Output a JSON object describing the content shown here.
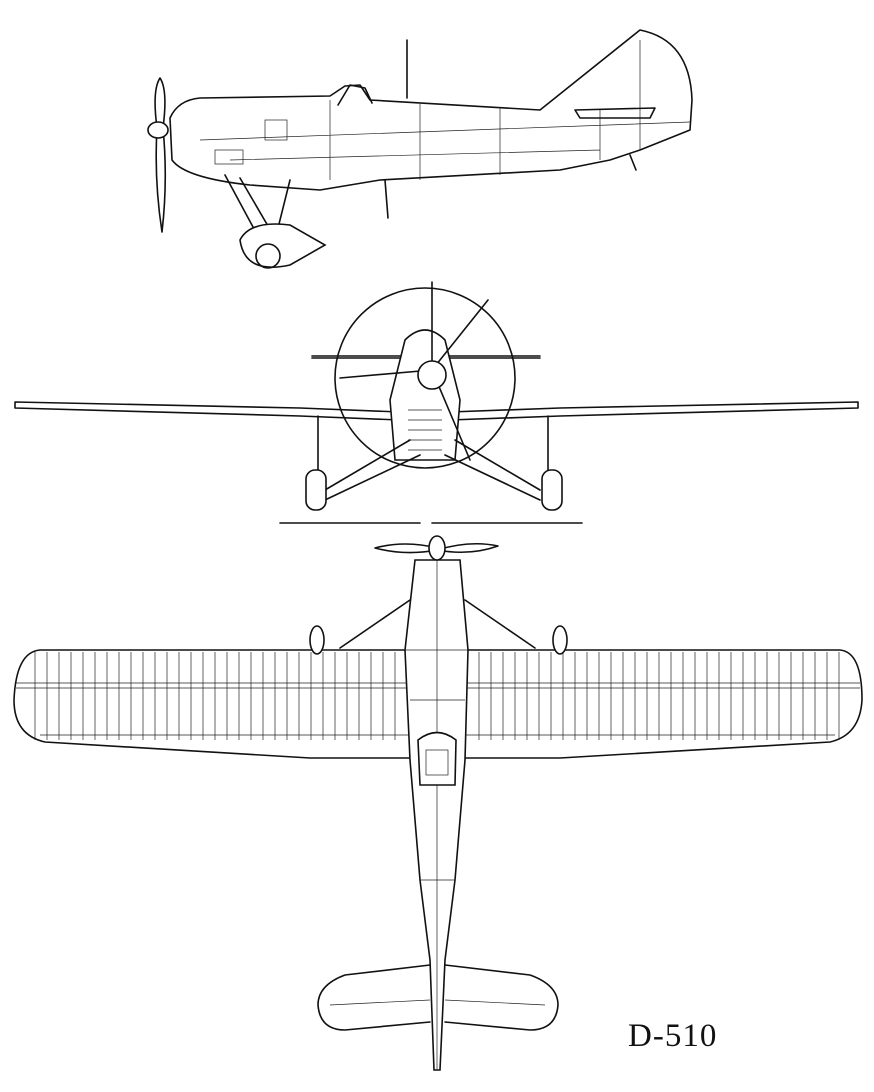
{
  "drawing": {
    "designation": "D-510",
    "views": [
      "side-view",
      "front-view",
      "top-view"
    ],
    "line_color": "#111111",
    "background": "#ffffff"
  }
}
